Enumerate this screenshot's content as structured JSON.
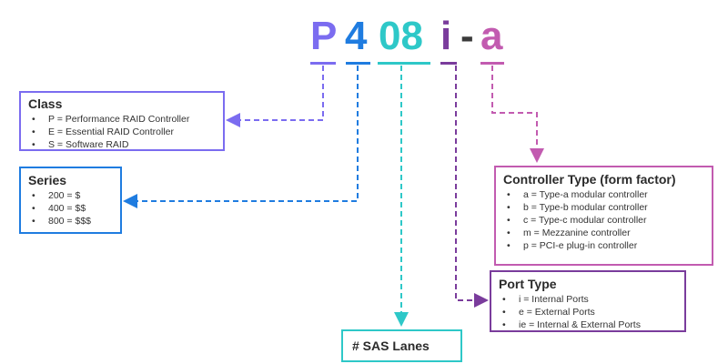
{
  "model_code": {
    "chars": [
      "P",
      "4",
      "08",
      "i",
      "-",
      "a"
    ],
    "colors": [
      "#7b6cf0",
      "#1f7ce0",
      "#2ec8c8",
      "#7a3c9c",
      "#3a3a3a",
      "#c25bb0"
    ]
  },
  "class_box": {
    "title": "Class",
    "items": [
      "P = Performance RAID Controller",
      "E = Essential RAID Controller",
      "S = Software RAID"
    ]
  },
  "series_box": {
    "title": "Series",
    "items": [
      "200 = $",
      "400 = $$",
      "800 = $$$"
    ]
  },
  "controller_box": {
    "title": "Controller Type (form factor)",
    "items": [
      "a = Type-a modular controller",
      "b = Type-b modular controller",
      "c = Type-c modular controller",
      "m = Mezzanine controller",
      "p = PCI-e plug-in controller"
    ]
  },
  "port_box": {
    "title": "Port Type",
    "items": [
      "i = Internal Ports",
      "e = External Ports",
      "ie = Internal & External Ports"
    ]
  },
  "sas_box": {
    "title": "# SAS Lanes"
  },
  "bullet_glyph": "•"
}
